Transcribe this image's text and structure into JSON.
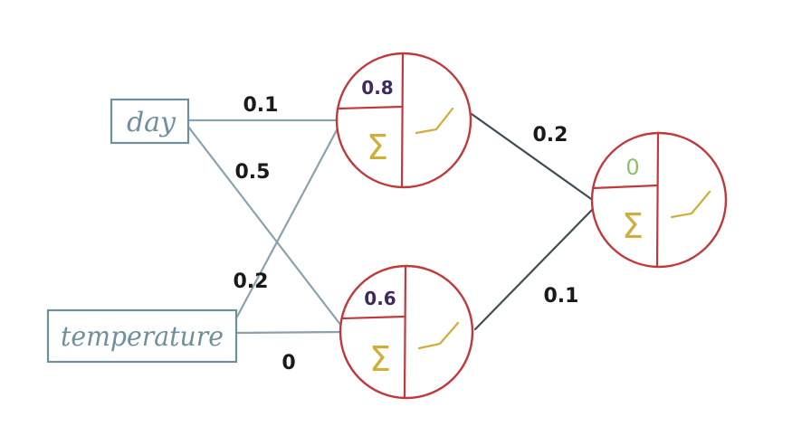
{
  "inputs": [
    {
      "id": "day",
      "label": "day"
    },
    {
      "id": "temperature",
      "label": "temperature"
    }
  ],
  "hidden_neurons": [
    {
      "id": "h1",
      "bias": "0.8",
      "sum_symbol": "Σ"
    },
    {
      "id": "h2",
      "bias": "0.6",
      "sum_symbol": "Σ"
    }
  ],
  "output_neuron": {
    "id": "out",
    "bias": "0",
    "sum_symbol": "Σ"
  },
  "weights": {
    "day_h1": "0.1",
    "day_h2": "0.5",
    "temp_h1": "0.2",
    "temp_h2": "0",
    "h1_out": "0.2",
    "h2_out": "0.1"
  },
  "colors": {
    "input_stroke": "#6f8f9c",
    "input_text": "#6f8f9c",
    "edge_input": "#8aa2ae",
    "edge_output": "#3f4e55",
    "neuron_stroke": "#c0393b",
    "hidden_bias": "#3d2a5e",
    "output_bias": "#8fbf6a",
    "sigma": "#cfae3a",
    "activation": "#cfae3a",
    "weight_text": "#1a1a1a"
  }
}
